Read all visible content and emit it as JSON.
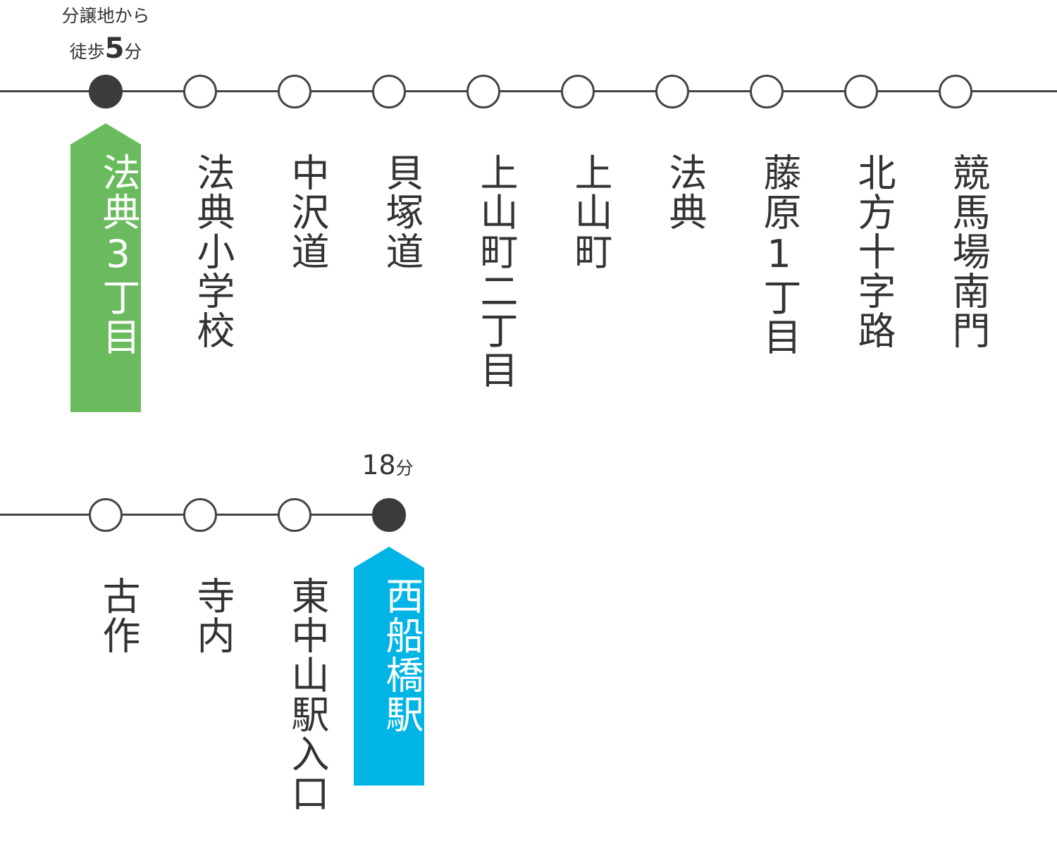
{
  "colors": {
    "line": "#444444",
    "filled_dot": "#3d3a3a",
    "start_tag": "#6abb5e",
    "end_tag": "#00b4e6"
  },
  "route_top": {
    "note": {
      "line1": "分譲地から",
      "prefix": "徒歩",
      "minutes": "5",
      "unit": "分"
    },
    "stops": [
      {
        "name": "法典3丁目",
        "current": true
      },
      {
        "name": "法典小学校"
      },
      {
        "name": "中沢道"
      },
      {
        "name": "貝塚道"
      },
      {
        "name": "上山町二丁目"
      },
      {
        "name": "上山町"
      },
      {
        "name": "法典"
      },
      {
        "name": "藤原1丁目"
      },
      {
        "name": "北方十字路"
      },
      {
        "name": "競馬場南門"
      }
    ]
  },
  "route_bottom": {
    "note": {
      "minutes": "18",
      "unit": "分"
    },
    "stops": [
      {
        "name": "古作"
      },
      {
        "name": "寺内"
      },
      {
        "name": "東中山駅入口"
      },
      {
        "name": "西船橋駅",
        "destination": true
      }
    ]
  }
}
